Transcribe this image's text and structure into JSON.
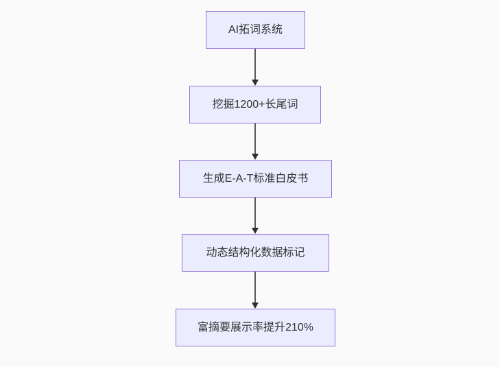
{
  "diagram": {
    "type": "flowchart",
    "direction": "top-down",
    "nodes": [
      {
        "id": "n0",
        "label": "AI拓词系统"
      },
      {
        "id": "n1",
        "label": "挖掘1200+长尾词"
      },
      {
        "id": "n2",
        "label": "生成E-A-T标准白皮书"
      },
      {
        "id": "n3",
        "label": "动态结构化数据标记"
      },
      {
        "id": "n4",
        "label": "富摘要展示率提升210%"
      }
    ],
    "edges": [
      {
        "from": "n0",
        "to": "n1",
        "style": "arrow-down"
      },
      {
        "from": "n1",
        "to": "n2",
        "style": "arrow-down"
      },
      {
        "from": "n2",
        "to": "n3",
        "style": "arrow-down"
      },
      {
        "from": "n3",
        "to": "n4",
        "style": "arrow-down"
      }
    ],
    "colors": {
      "background": "#fafafa",
      "node_fill": "#ececff",
      "node_border": "#9370db",
      "node_text": "#333333",
      "edge_line": "#5a5a5a",
      "edge_head": "#2f2f2f"
    }
  }
}
